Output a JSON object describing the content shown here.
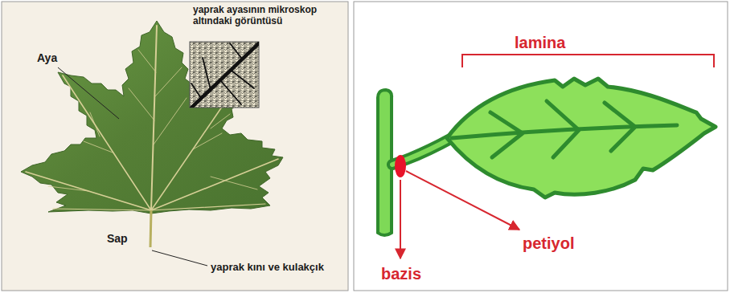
{
  "diagram": {
    "labels": [
      "yaprak ayasının mikroskop altındaki görüntüsü",
      "Aya",
      "Sap",
      "yaprak kını ve kulakçık",
      "lamina",
      "petiyol",
      "bazis"
    ]
  }
}
